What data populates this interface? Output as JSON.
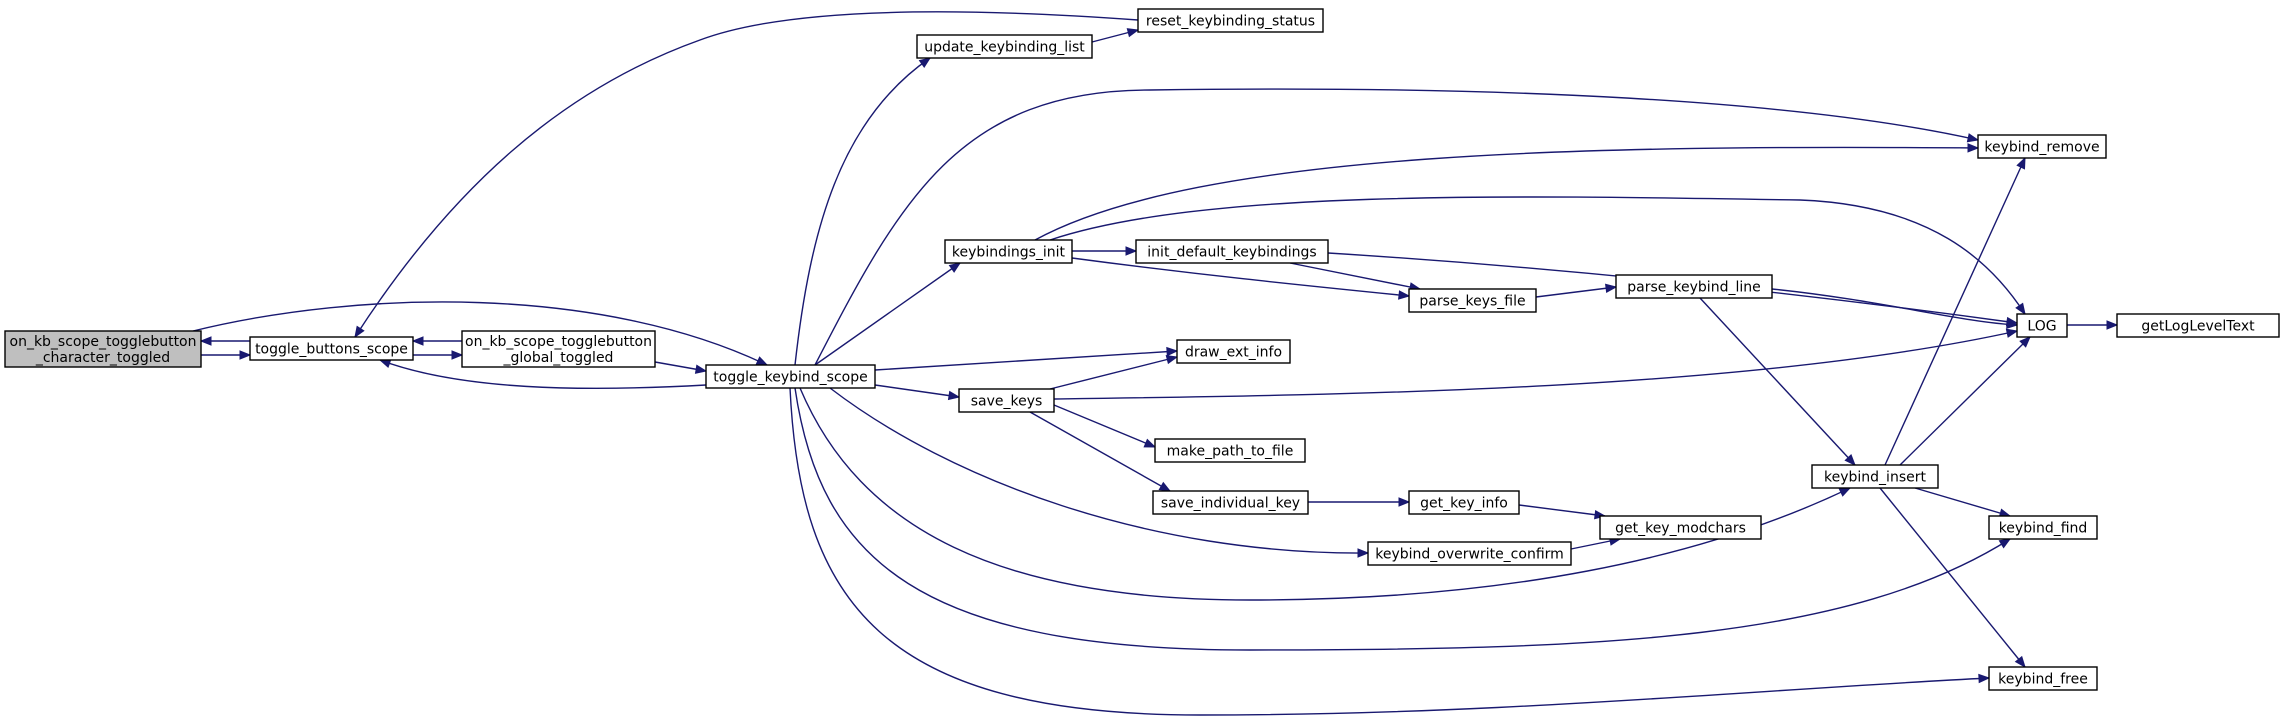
{
  "colors": {
    "edge": "#191970",
    "node_fill": "#ffffff",
    "highlight_fill": "#bfbfbf",
    "node_stroke": "#000000"
  },
  "nodes": {
    "on_char": {
      "lines": [
        "on_kb_scope_togglebutton",
        "_character_toggled"
      ],
      "highlight": true
    },
    "tbs": {
      "lines": [
        "toggle_buttons_scope"
      ]
    },
    "on_global": {
      "lines": [
        "on_kb_scope_togglebutton",
        "_global_toggled"
      ]
    },
    "tks": {
      "lines": [
        "toggle_keybind_scope"
      ]
    },
    "ukl": {
      "lines": [
        "update_keybinding_list"
      ]
    },
    "rks": {
      "lines": [
        "reset_keybinding_status"
      ]
    },
    "kbinit": {
      "lines": [
        "keybindings_init"
      ]
    },
    "idk": {
      "lines": [
        "init_default_keybindings"
      ]
    },
    "pkf": {
      "lines": [
        "parse_keys_file"
      ]
    },
    "pkl": {
      "lines": [
        "parse_keybind_line"
      ]
    },
    "dei": {
      "lines": [
        "draw_ext_info"
      ]
    },
    "savekeys": {
      "lines": [
        "save_keys"
      ]
    },
    "mptf": {
      "lines": [
        "make_path_to_file"
      ]
    },
    "sik": {
      "lines": [
        "save_individual_key"
      ]
    },
    "gki": {
      "lines": [
        "get_key_info"
      ]
    },
    "gkm": {
      "lines": [
        "get_key_modchars"
      ]
    },
    "koc": {
      "lines": [
        "keybind_overwrite_confirm"
      ]
    },
    "kremove": {
      "lines": [
        "keybind_remove"
      ]
    },
    "log": {
      "lines": [
        "LOG"
      ]
    },
    "glt": {
      "lines": [
        "getLogLevelText"
      ]
    },
    "kinsert": {
      "lines": [
        "keybind_insert"
      ]
    },
    "kfind": {
      "lines": [
        "keybind_find"
      ]
    },
    "kfree": {
      "lines": [
        "keybind_free"
      ]
    }
  },
  "edges": [
    {
      "from": "on_char",
      "to": "tbs"
    },
    {
      "from": "tbs",
      "to": "on_char"
    },
    {
      "from": "tbs",
      "to": "on_global"
    },
    {
      "from": "on_global",
      "to": "tbs"
    },
    {
      "from": "on_global",
      "to": "tks"
    },
    {
      "from": "on_char",
      "to": "tks"
    },
    {
      "from": "tks",
      "to": "tbs"
    },
    {
      "from": "rks",
      "to": "tbs"
    },
    {
      "from": "tks",
      "to": "ukl"
    },
    {
      "from": "ukl",
      "to": "rks"
    },
    {
      "from": "tks",
      "to": "kbinit"
    },
    {
      "from": "tks",
      "to": "kremove"
    },
    {
      "from": "tks",
      "to": "dei"
    },
    {
      "from": "tks",
      "to": "savekeys"
    },
    {
      "from": "tks",
      "to": "koc"
    },
    {
      "from": "tks",
      "to": "kinsert"
    },
    {
      "from": "tks",
      "to": "kfind"
    },
    {
      "from": "tks",
      "to": "kfree"
    },
    {
      "from": "kbinit",
      "to": "idk"
    },
    {
      "from": "kbinit",
      "to": "pkf"
    },
    {
      "from": "kbinit",
      "to": "kremove"
    },
    {
      "from": "kbinit",
      "to": "log"
    },
    {
      "from": "idk",
      "to": "pkf"
    },
    {
      "from": "idk",
      "to": "log"
    },
    {
      "from": "pkf",
      "to": "pkl"
    },
    {
      "from": "pkl",
      "to": "log"
    },
    {
      "from": "pkl",
      "to": "kinsert"
    },
    {
      "from": "savekeys",
      "to": "dei"
    },
    {
      "from": "savekeys",
      "to": "mptf"
    },
    {
      "from": "savekeys",
      "to": "sik"
    },
    {
      "from": "savekeys",
      "to": "log"
    },
    {
      "from": "sik",
      "to": "gki"
    },
    {
      "from": "gki",
      "to": "gkm"
    },
    {
      "from": "koc",
      "to": "gkm"
    },
    {
      "from": "kinsert",
      "to": "kremove"
    },
    {
      "from": "kinsert",
      "to": "log"
    },
    {
      "from": "kinsert",
      "to": "kfind"
    },
    {
      "from": "kinsert",
      "to": "kfree"
    },
    {
      "from": "log",
      "to": "glt"
    }
  ]
}
